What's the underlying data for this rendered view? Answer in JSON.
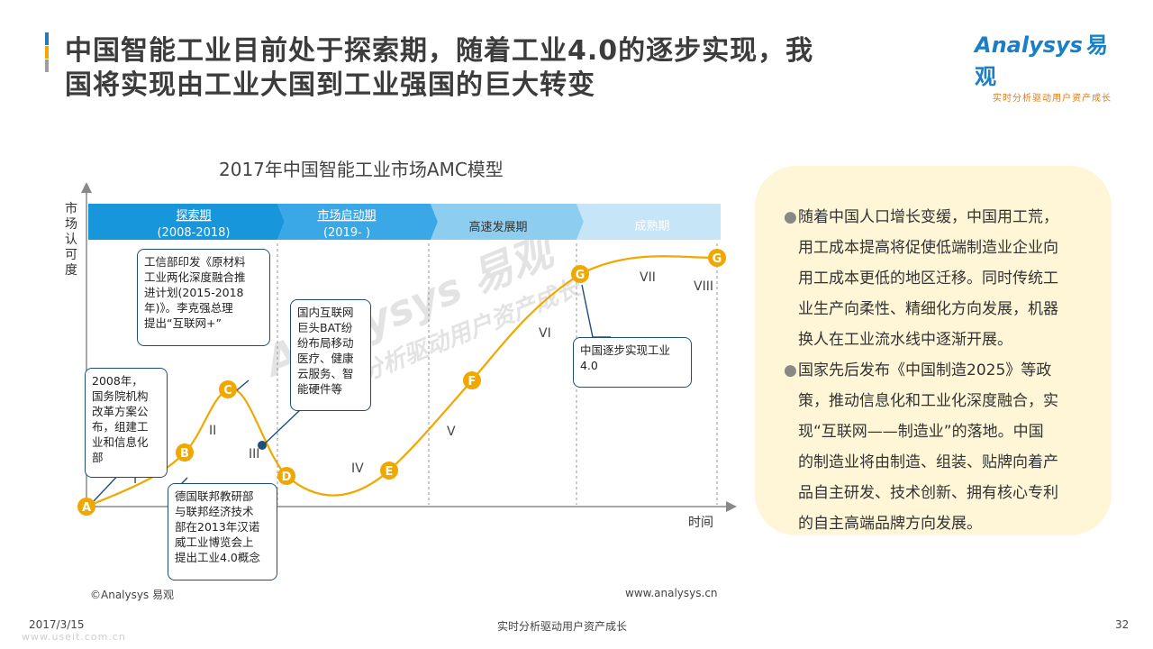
{
  "header": {
    "title": "中国智能工业目前处于探索期，随着工业4.0的逐步实现，我国将实现由工业大国到工业强国的巨大转变",
    "title_lines": [
      "中国智能工业目前处于探索期，随着工业4.0的逐步实现，我",
      "国将实现由工业大国到工业强国的巨大转变"
    ],
    "accent_colors": [
      "#2e75b6",
      "#f0a800",
      "#9e9e9e"
    ]
  },
  "logo": {
    "brand": "Analysys",
    "brand_cn": "易观",
    "tagline": "实时分析驱动用户资产成长"
  },
  "chart": {
    "title": "2017年中国智能工业市场AMC模型",
    "y_axis_label": "市场认可度",
    "y_axis_chars": [
      "市",
      "场",
      "认",
      "可",
      "度"
    ],
    "x_axis_label": "时间",
    "phases": [
      {
        "name": "探索期",
        "period": "(2008-2018)",
        "color": "#1796db"
      },
      {
        "name": "市场启动期",
        "period": "(2019- )",
        "color": "#3aa7e6"
      },
      {
        "name": "高速发展期",
        "period": "",
        "color": "#8ccdf0"
      },
      {
        "name": "成熟期",
        "period": "",
        "color": "#c6e6f7"
      }
    ],
    "points": [
      "A",
      "B",
      "C",
      "D",
      "E",
      "F",
      "G",
      "G"
    ],
    "stages": [
      "I",
      "II",
      "III",
      "IV",
      "V",
      "VI",
      "VII",
      "VIII"
    ],
    "colors": {
      "curve": "#f0a800",
      "point": "#f0a800",
      "axis": "#888888",
      "callout_border": "#1f4e79"
    }
  },
  "callouts": [
    {
      "id": "2008",
      "lines": [
        "2008年，",
        "国务院机构",
        "改革方案公",
        "布，组建工",
        "业和信息化",
        "部"
      ]
    },
    {
      "id": "miit",
      "lines": [
        "工信部印发《原材料",
        "工业两化深度融合推",
        "进计划(2015-2018",
        "年)》。李克强总理",
        "提出“互联网+”"
      ]
    },
    {
      "id": "internet",
      "lines": [
        "国内互联网",
        "巨头BAT纷",
        "纷布局移动",
        "医疗、健康",
        "云服务、智",
        "能硬件等"
      ]
    },
    {
      "id": "germany",
      "lines": [
        "德国联邦教研部",
        "与联邦经济技术",
        "部在2013年汉诺",
        "威工业博览会上",
        "提出工业4.0概念"
      ]
    },
    {
      "id": "china40",
      "lines": [
        "中国逐步实现工业",
        "4.0"
      ]
    }
  ],
  "source": {
    "copyright": "©Analysys 易观",
    "website": "www.analysys.cn"
  },
  "panel": {
    "bullets": [
      {
        "lines": [
          "随着中国人口增长变缓，中国用工荒，",
          "用工成本提高将促使低端制造业企业向",
          "用工成本更低的地区迁移。同时传统工",
          "业生产向柔性、精细化方向发展，机器",
          "换人在工业流水线中逐渐开展。"
        ]
      },
      {
        "lines": [
          "国家先后发布《中国制造2025》等政",
          "策，推动信息化和工业化深度融合，实",
          "现“互联网——制造业”的落地。中国",
          "的制造业将由制造、组装、贴牌向着产",
          "品自主研发、技术创新、拥有核心专利",
          "的自主高端品牌方向发展。"
        ]
      }
    ]
  },
  "footer": {
    "date": "2017/3/15",
    "tagline": "实时分析驱动用户资产成长",
    "page": "32",
    "watermark_url": "www.useit.com.cn"
  },
  "watermark": {
    "main": "Analysys 易观",
    "sub": "实时分析驱动用户资产成长"
  }
}
